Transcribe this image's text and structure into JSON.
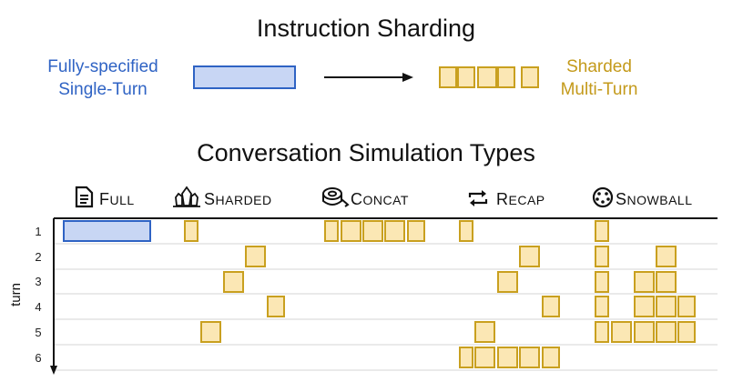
{
  "header": {
    "title": "Instruction Sharding",
    "left_label_line1": "Fully-specified",
    "left_label_line2": "Single-Turn",
    "right_label_line1": "Sharded",
    "right_label_line2": "Multi-Turn"
  },
  "simulation": {
    "title": "Conversation Simulation Types",
    "axis_label": "turn",
    "turns": [
      "1",
      "2",
      "3",
      "4",
      "5",
      "6"
    ],
    "types": [
      {
        "first": "F",
        "rest": "ULL",
        "icon": "document-icon"
      },
      {
        "first": "S",
        "rest": "HARDED",
        "icon": "crystal-icon"
      },
      {
        "first": "C",
        "rest": "ONCAT",
        "icon": "tape-roll-icon"
      },
      {
        "first": "R",
        "rest": "ECAP",
        "icon": "repeat-icon"
      },
      {
        "first": "S",
        "rest": "NOWBALL",
        "icon": "snowball-icon"
      }
    ]
  },
  "colors": {
    "full_fill": "#c8d6f4",
    "full_stroke": "#2f63c4",
    "shard_fill": "#fbe7b4",
    "shard_stroke": "#c9a01f"
  }
}
